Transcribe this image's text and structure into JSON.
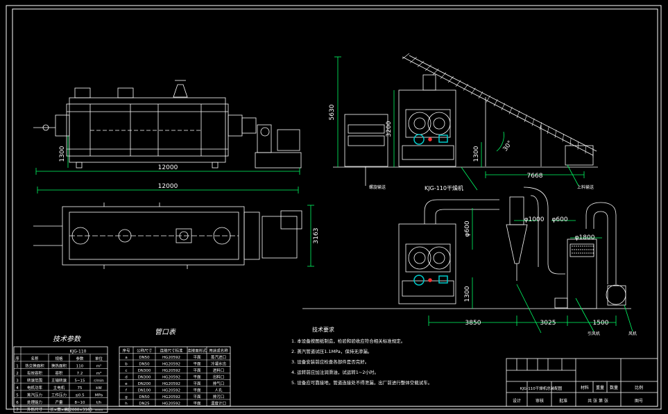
{
  "colors": {
    "background": "#000000",
    "frame": "#ffffff",
    "dimension": "#00ff66",
    "equipment": "#ffffff",
    "text": "#ffffff",
    "highlight": "#00cccc",
    "accent": "#ff3333"
  },
  "dimensions": {
    "front_length": "12000",
    "front_height": "1300",
    "plan_length": "12000",
    "plan_width": "3163",
    "side_total_height": "5630",
    "side_machine_height": "3200",
    "side_base_height": "1300",
    "conveyor_angle": "30°",
    "conveyor_run": "7668",
    "duct_diameter": "φ600",
    "cyclone_inlet": "φ1000",
    "fan_outlet": "φ600",
    "scrubber_diameter": "φ1800",
    "lower_height": "1300",
    "lower_run_1": "3850",
    "lower_run_2": "3025",
    "lower_run_3": "1500"
  },
  "callouts": {
    "side_model": "KJG-110",
    "side_model_suffix": "干燥机",
    "feeder_label": "螺旋输送",
    "conveyor_label": "上料输送",
    "lower_label_1": "引风机",
    "lower_label_2": "风机"
  },
  "tables": {
    "tech_title": "技术参数",
    "tech_group_header": "KJG-110",
    "tech_headers": [
      "序",
      "名称",
      "规格",
      "参数",
      "单位"
    ],
    "tech_rows": [
      [
        "1",
        "热交换面积",
        "换热面积",
        "110",
        "m²"
      ],
      [
        "2",
        "有效容积",
        "容积",
        "7.2",
        "m³"
      ],
      [
        "3",
        "转速范围",
        "主轴转速",
        "5~15",
        "r/min"
      ],
      [
        "4",
        "电机功率",
        "主电机",
        "75",
        "kW"
      ],
      [
        "5",
        "蒸汽压力",
        "工作压力",
        "≤0.5",
        "MPa"
      ],
      [
        "6",
        "处理能力",
        "产量",
        "8~10",
        "t/h"
      ],
      [
        "7",
        "外形尺寸",
        "长×宽×高",
        "12000×3163",
        "mm"
      ]
    ],
    "nozzle_title": "管口表",
    "nozzle_headers": [
      "序号",
      "公称尺寸",
      "连接尺寸标准",
      "连接面形式",
      "用途或名称"
    ],
    "nozzle_rows": [
      [
        "a",
        "DN50",
        "HG20592",
        "平面",
        "蒸汽进口"
      ],
      [
        "b",
        "DN50",
        "HG20592",
        "平面",
        "冷凝水出"
      ],
      [
        "c",
        "DN300",
        "HG20592",
        "平面",
        "进料口"
      ],
      [
        "d",
        "DN300",
        "HG20592",
        "平面",
        "出料口"
      ],
      [
        "e",
        "DN200",
        "HG20592",
        "平面",
        "排气口"
      ],
      [
        "f",
        "DN100",
        "HG20592",
        "平面",
        "人孔"
      ],
      [
        "g",
        "DN50",
        "HG20592",
        "平面",
        "排污口"
      ],
      [
        "h",
        "DN25",
        "HG20592",
        "平面",
        "温度计口"
      ]
    ],
    "notes_title": "技术要求",
    "notes": [
      "1. 本设备按图纸制造，检验和验收应符合相关标准规定。",
      "2. 蒸汽管道试压1.1MPa，保持无渗漏。",
      "3. 设备安装前应检查各部件是否完好。",
      "4. 运转前应加注润滑油，试运转1~2小时。",
      "5. 设备应可靠接地，管道连接处不得泄漏，出厂前进行整体空载试车。"
    ],
    "title_block": {
      "project": "KJG-110干燥机总装配图",
      "drawing_no": "图号",
      "scale": "比例",
      "sheet": "共 张 第 张",
      "design": "设计",
      "check": "审核",
      "approve": "批准",
      "material": "材料",
      "weight": "重量",
      "qty": "数量"
    }
  }
}
